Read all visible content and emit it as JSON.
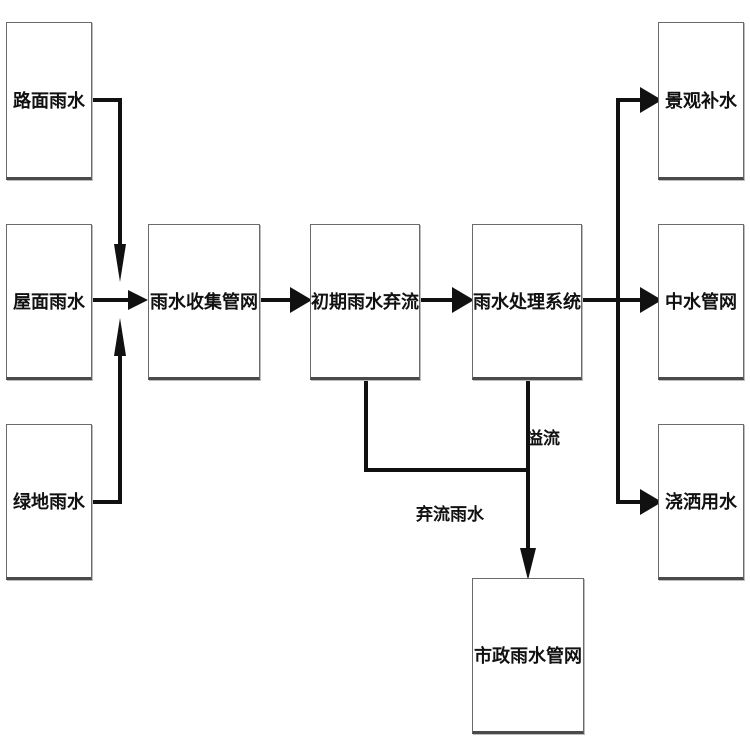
{
  "nodes": {
    "road_rain": "路面雨水",
    "roof_rain": "屋面雨水",
    "green_rain": "绿地雨水",
    "collection_network": "雨水收集管网",
    "initial_diversion": "初期雨水弃流",
    "treatment_system": "雨水处理系统",
    "municipal_network": "市政雨水管网",
    "landscape_replenish": "景观补水",
    "reclaimed_network": "中水管网",
    "irrigation": "浇洒用水"
  },
  "edge_labels": {
    "overflow": "溢流",
    "diverted_rain": "弃流雨水"
  },
  "colors": {
    "line": "#111111",
    "box_border": "#6a6a6a",
    "text": "#111111"
  }
}
